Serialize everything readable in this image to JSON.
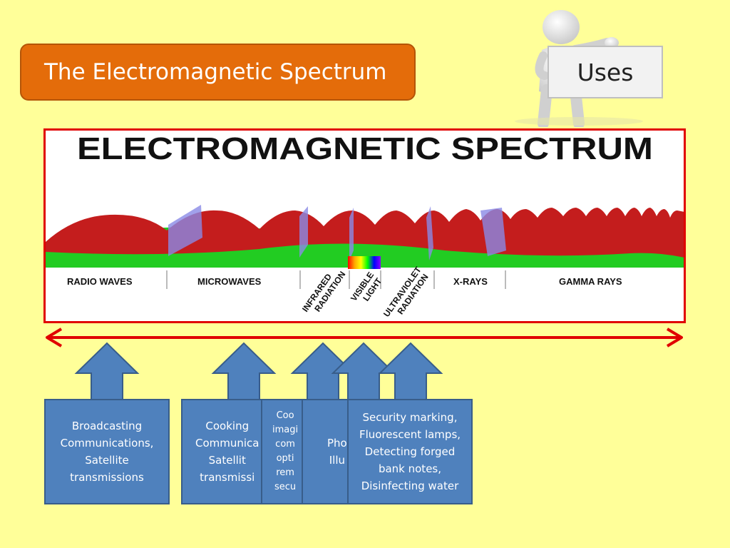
{
  "title": "The Electromagnetic Spectrum",
  "uses_label": "Uses",
  "spectrum": {
    "heading": "ELECTROMAGNETIC SPECTRUM",
    "bands": [
      "RADIO WAVES",
      "MICROWAVES",
      "INFRARED RADIATION",
      "VISIBLE LIGHT",
      "ULTRAVIOLET RADIATION",
      "X-RAYS",
      "GAMMA RAYS"
    ],
    "colors": {
      "wave": "#c41d1d",
      "ground": "#22cc22",
      "frame": "#e00000"
    }
  },
  "uses": [
    {
      "band": "radio",
      "text": "Broadcasting\nCommunications,\nSatellite\ntransmissions"
    },
    {
      "band": "microwave",
      "text": "Cooking\nCommunica\nSatellit\ntransmissi"
    },
    {
      "band": "infrared",
      "text": "Coo\nimagi\ncom\nopti\nrem\nsecu"
    },
    {
      "band": "visible",
      "text": "Pho\nIllu"
    },
    {
      "band": "ultraviolet",
      "text": "Security marking,\nFluorescent lamps,\nDetecting forged\nbank notes,\nDisinfecting water"
    }
  ],
  "colors": {
    "background": "#ffff99",
    "title_box": "#e46c0a",
    "use_box": "#4f81bd",
    "arrow_red": "#e00000"
  }
}
